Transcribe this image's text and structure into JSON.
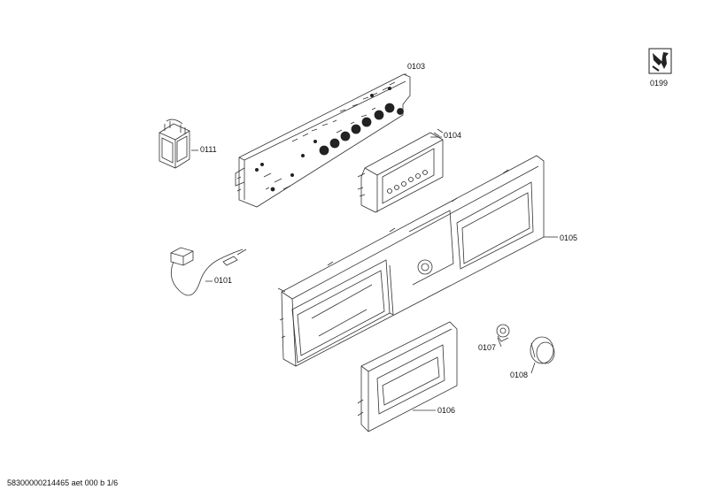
{
  "parts": [
    {
      "id": "p0111",
      "label": "0111"
    },
    {
      "id": "p0103",
      "label": "0103"
    },
    {
      "id": "p0104",
      "label": "0104"
    },
    {
      "id": "p0101",
      "label": "0101"
    },
    {
      "id": "p0105",
      "label": "0105"
    },
    {
      "id": "p0107",
      "label": "0107"
    },
    {
      "id": "p0108",
      "label": "0108"
    },
    {
      "id": "p0106",
      "label": "0106"
    },
    {
      "id": "p0199",
      "label": "0199"
    }
  ],
  "footer": "58300000214465 aet 000 b 1/6"
}
